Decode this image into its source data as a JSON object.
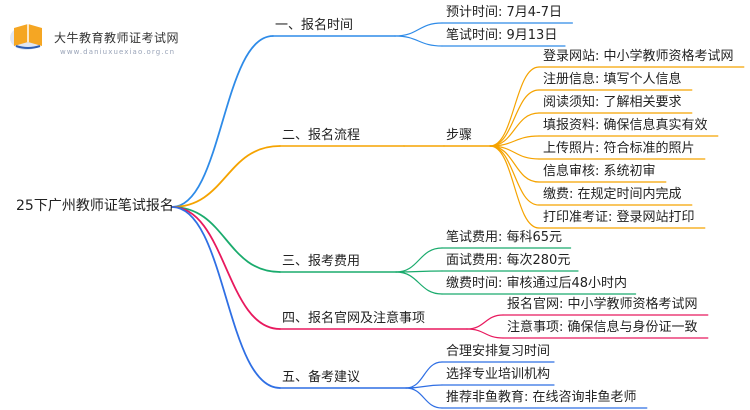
{
  "logo": {
    "name": "大牛教育教师证考试网",
    "url": "www.daniuxuexiao.org.cn",
    "colors": {
      "orange": "#f5a623",
      "blue": "#2f5fb3"
    }
  },
  "root": "25下广州教师证笔试报名",
  "branches": [
    {
      "label": "一、报名时间",
      "color": "#2e8be8",
      "children": [
        "预计时间: 7月4-7日",
        "笔试时间: 9月13日"
      ]
    },
    {
      "label": "二、报名流程",
      "color": "#f5a300",
      "sub": "步骤",
      "children": [
        "登录网站: 中小学教师资格考试网",
        "注册信息: 填写个人信息",
        "阅读须知: 了解相关要求",
        "填报资料: 确保信息真实有效",
        "上传照片: 符合标准的照片",
        "信息审核: 系统初审",
        "缴费: 在规定时间内完成",
        "打印准考证: 登录网站打印"
      ]
    },
    {
      "label": "三、报考费用",
      "color": "#1aab6d",
      "children": [
        "笔试费用: 每科65元",
        "面试费用: 每次280元",
        "缴费时间: 审核通过后48小时内"
      ]
    },
    {
      "label": "四、报名官网及注意事项",
      "color": "#e8195e",
      "children": [
        "报名官网: 中小学教师资格考试网",
        "注意事项: 确保信息与身份证一致"
      ]
    },
    {
      "label": "五、备考建议",
      "color": "#2f6fe4",
      "children": [
        "合理安排复习时间",
        "选择专业培训机构",
        "推荐非鱼教育: 在线咨询非鱼老师"
      ]
    }
  ]
}
